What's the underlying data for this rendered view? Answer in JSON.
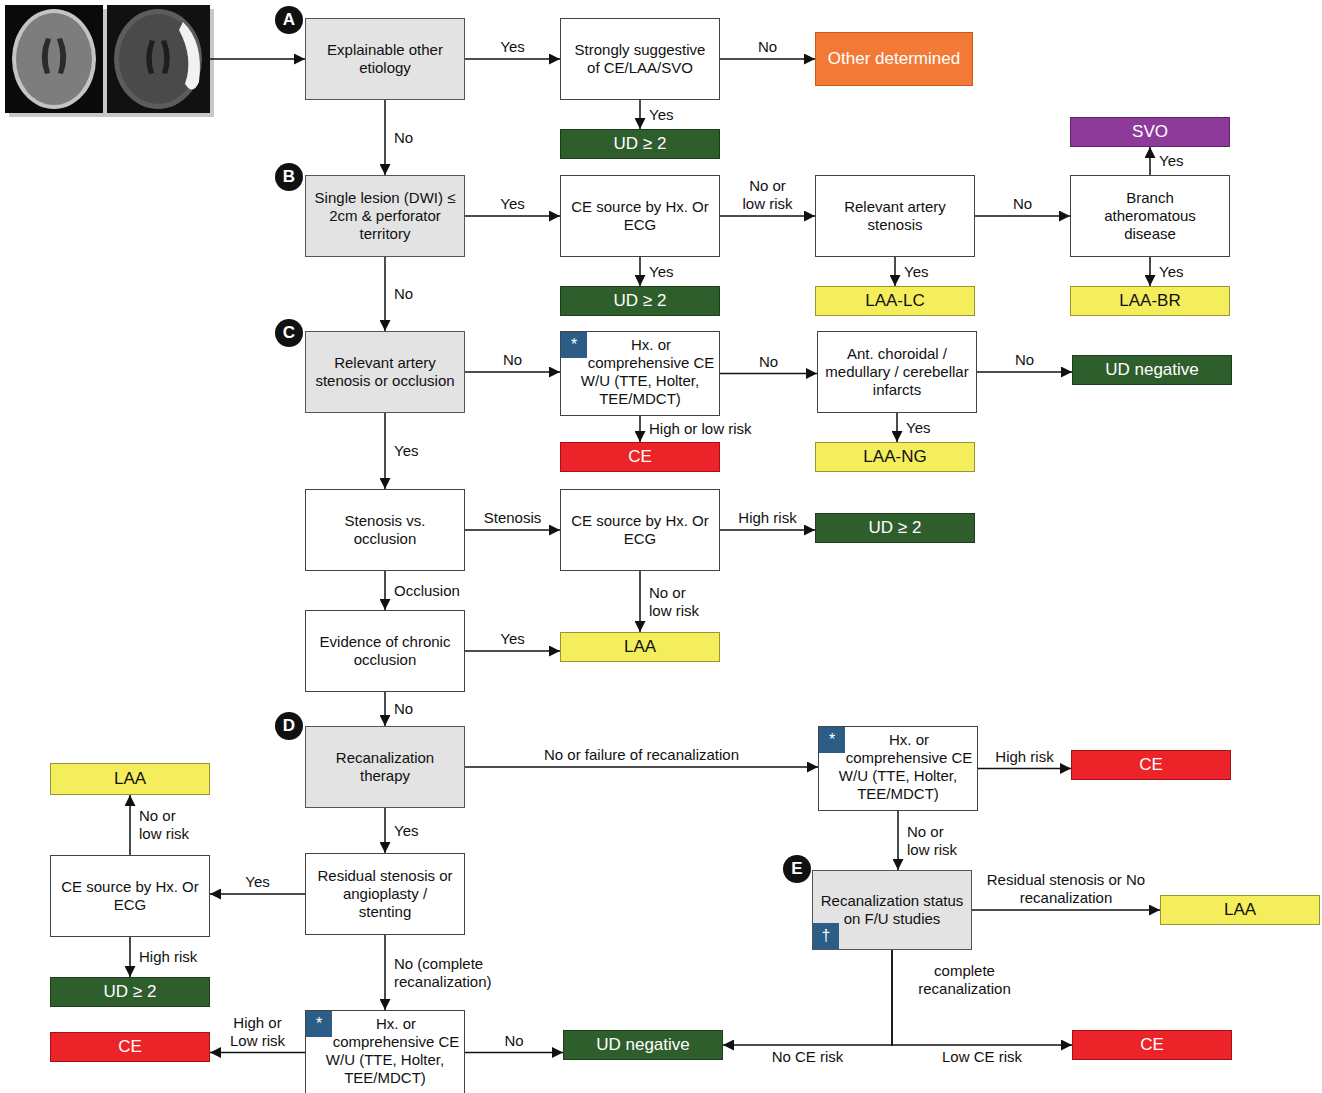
{
  "diagram": {
    "nodes": [
      {
        "text": [
          "Explainable other etiology"
        ]
      },
      {
        "text": [
          "Strongly suggestive of CE/LAA/SVO"
        ]
      },
      {
        "text": [
          "Other determined"
        ]
      },
      {
        "text": [
          "UD ≥ 2"
        ]
      },
      {
        "text": [
          "SVO"
        ]
      },
      {
        "text": [
          "Single lesion (DWI) ≤ 2cm & perforator territory"
        ]
      },
      {
        "text": [
          "CE source by Hx. Or ECG"
        ]
      },
      {
        "text": [
          "Relevant artery stenosis"
        ]
      },
      {
        "text": [
          "Branch atheromatous disease"
        ]
      },
      {
        "text": [
          "UD ≥ 2"
        ]
      },
      {
        "text": [
          "LAA-LC"
        ]
      },
      {
        "text": [
          "LAA-BR"
        ]
      },
      {
        "text": [
          "Relevant artery stenosis or occlusion"
        ]
      },
      {
        "text": [
          "Hx. or comprehensive CE W/U (TTE, Holter, TEE/MDCT)"
        ]
      },
      {
        "text": [
          "Ant. choroidal / medullary / cerebellar infarcts"
        ]
      },
      {
        "text": [
          "UD negative"
        ]
      },
      {
        "text": [
          "CE"
        ]
      },
      {
        "text": [
          "LAA-NG"
        ]
      },
      {
        "text": [
          "Stenosis vs. occlusion"
        ]
      },
      {
        "text": [
          "CE source by Hx. Or ECG"
        ]
      },
      {
        "text": [
          "UD ≥ 2"
        ]
      },
      {
        "text": [
          "Evidence of chronic occlusion"
        ]
      },
      {
        "text": [
          "LAA"
        ]
      },
      {
        "text": [
          "Recanalization therapy"
        ]
      },
      {
        "text": [
          "Hx. or comprehensive CE W/U (TTE, Holter, TEE/MDCT)"
        ]
      },
      {
        "text": [
          "CE"
        ]
      },
      {
        "text": [
          "LAA"
        ]
      },
      {
        "text": [
          "CE source by Hx. Or ECG"
        ]
      },
      {
        "text": [
          "Residual stenosis or angioplasty / stenting"
        ]
      },
      {
        "text": [
          "Recanalization status on F/U studies"
        ]
      },
      {
        "text": [
          "LAA"
        ]
      },
      {
        "text": [
          "UD ≥ 2"
        ]
      },
      {
        "text": [
          "CE"
        ]
      },
      {
        "text": [
          "Hx. or comprehensive CE W/U (TTE, Holter, TEE/MDCT)"
        ]
      },
      {
        "text": [
          "UD negative"
        ]
      },
      {
        "text": [
          "CE"
        ]
      }
    ],
    "edges": [
      {
        "from": 0,
        "to": 1,
        "label": "Yes",
        "arrow": "to"
      },
      {
        "from": 1,
        "to": 2,
        "label": "No",
        "arrow": "to"
      },
      {
        "from": 1,
        "to": 3,
        "label": "Yes",
        "arrow": "to"
      },
      {
        "from": 0,
        "to": 5,
        "label": "No",
        "arrow": "to"
      },
      {
        "from": 5,
        "to": 6,
        "label": "Yes",
        "arrow": "to"
      },
      {
        "from": 6,
        "to": 7,
        "label": "No or low risk",
        "arrow": "to"
      },
      {
        "from": 6,
        "to": 9,
        "label": "Yes",
        "arrow": "to"
      },
      {
        "from": 7,
        "to": 8,
        "label": "No",
        "arrow": "to"
      },
      {
        "from": 7,
        "to": 10,
        "label": "Yes",
        "arrow": "to"
      },
      {
        "from": 8,
        "to": 4,
        "label": "Yes",
        "arrow": "to"
      },
      {
        "from": 8,
        "to": 11,
        "label": "Yes",
        "arrow": "to"
      },
      {
        "from": 5,
        "to": 12,
        "label": "No",
        "arrow": "to"
      },
      {
        "from": 12,
        "to": 13,
        "label": "No",
        "arrow": "to"
      },
      {
        "from": 13,
        "to": 14,
        "label": "No",
        "arrow": "to"
      },
      {
        "from": 13,
        "to": 16,
        "label": "High or low risk",
        "arrow": "to"
      },
      {
        "from": 14,
        "to": 15,
        "label": "No",
        "arrow": "to"
      },
      {
        "from": 14,
        "to": 17,
        "label": "Yes",
        "arrow": "to"
      },
      {
        "from": 12,
        "to": 18,
        "label": "Yes",
        "arrow": "to"
      },
      {
        "from": 18,
        "to": 19,
        "label": "Stenosis",
        "arrow": "to"
      },
      {
        "from": 19,
        "to": 20,
        "label": "High risk",
        "arrow": "to"
      },
      {
        "from": 19,
        "to": 22,
        "label": "No or low risk",
        "arrow": "to"
      },
      {
        "from": 18,
        "to": 21,
        "label": "Occlusion",
        "arrow": "to"
      },
      {
        "from": 21,
        "to": 22,
        "label": "Yes",
        "arrow": "to"
      },
      {
        "from": 21,
        "to": 23,
        "label": "No",
        "arrow": "to"
      },
      {
        "from": 23,
        "to": 24,
        "label": "No or failure of recanalization",
        "arrow": "to"
      },
      {
        "from": 24,
        "to": 25,
        "label": "High risk",
        "arrow": "to"
      },
      {
        "from": 24,
        "to": 29,
        "label": "No or low risk",
        "arrow": "to"
      },
      {
        "from": 23,
        "to": 28,
        "label": "Yes",
        "arrow": "to"
      },
      {
        "from": 28,
        "to": 27,
        "label": "Yes",
        "arrow": "to"
      },
      {
        "from": 27,
        "to": 26,
        "label": "No or low risk",
        "arrow": "to"
      },
      {
        "from": 27,
        "to": 31,
        "label": "High risk",
        "arrow": "to"
      },
      {
        "from": 28,
        "to": 33,
        "label": "No (complete recanalization)",
        "arrow": "to"
      },
      {
        "from": 33,
        "to": 32,
        "label": "High or Low risk",
        "arrow": "to"
      },
      {
        "from": 33,
        "to": 34,
        "label": "No",
        "arrow": "to"
      },
      {
        "from": 29,
        "to": 30,
        "label": "Residual stenosis or No recanalization",
        "arrow": "to"
      },
      {
        "from": 29,
        "to": 34,
        "label": "No CE risk",
        "arrow": "to"
      },
      {
        "from": 29,
        "to": 35,
        "label": "Low CE risk",
        "arrow": "to"
      }
    ],
    "labels": [
      "A",
      "B",
      "C",
      "D",
      "E",
      "*",
      "*",
      "*",
      "†",
      "complete recanalization"
    ]
  }
}
